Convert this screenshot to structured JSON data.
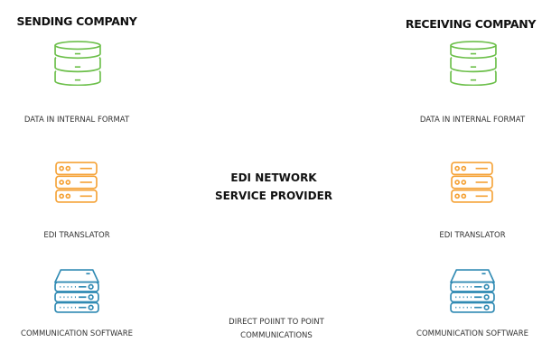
{
  "colors": {
    "database": "#6cbf4a",
    "translator": "#f5a236",
    "communication": "#2f8ab3"
  },
  "sending": {
    "title": "SENDING COMPANY",
    "data_label": "DATA IN INTERNAL FORMAT",
    "translator_label": "EDI TRANSLATOR",
    "comm_label": "COMMUNICATION SOFTWARE"
  },
  "receiving": {
    "title": "RECEIVING COMPANY",
    "data_label": "DATA IN INTERNAL FORMAT",
    "translator_label": "EDI TRANSLATOR",
    "comm_label": "COMMUNICATION SOFTWARE"
  },
  "center": {
    "line1": "EDI NETWORK",
    "line2": "SERVICE PROVIDER"
  },
  "direct": {
    "line1": "DIRECT POIINT TO POINT",
    "line2": "COMMUNICATIONS"
  },
  "icons": {
    "database": "database-icon",
    "translator": "server-rack-icon",
    "communication": "network-server-icon"
  }
}
